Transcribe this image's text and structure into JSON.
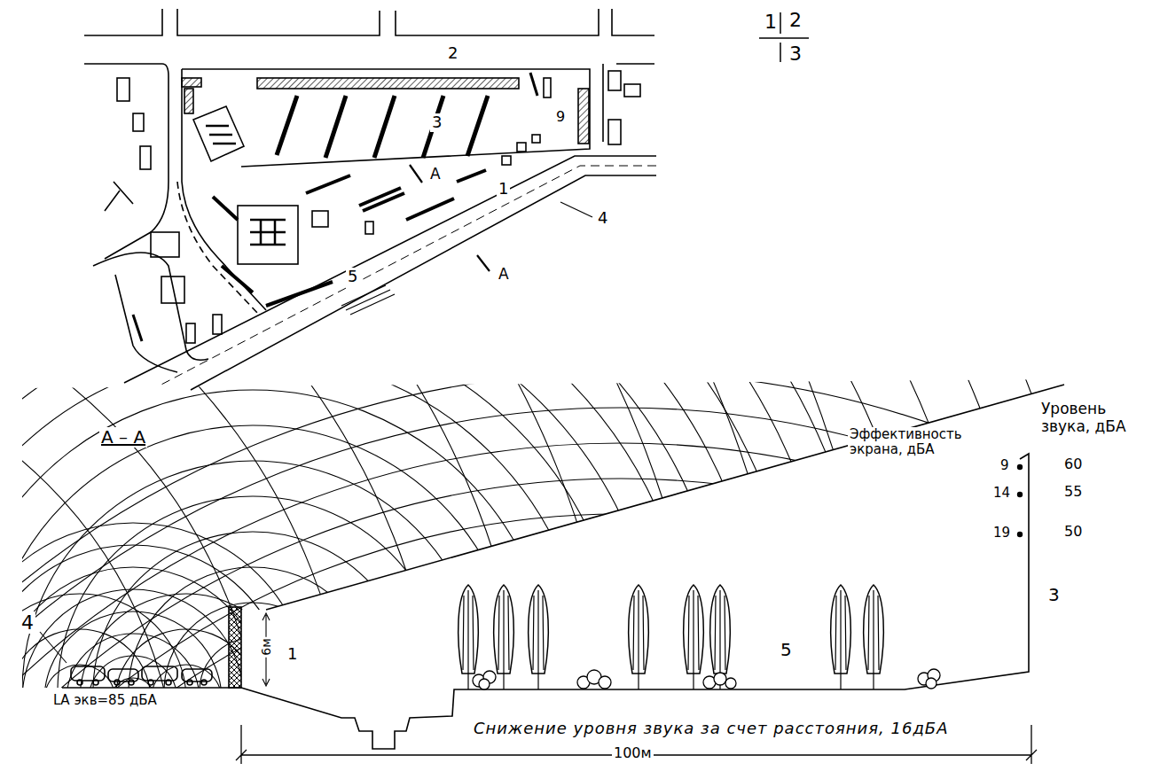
{
  "diagram": {
    "labels": [
      "1",
      "2",
      "3",
      "2",
      "3",
      "9",
      "А",
      "1",
      "4",
      "5",
      "А",
      "А – А",
      "Эффективность экрана, дБА",
      "Уровень звука, дБА",
      "9",
      "60",
      "14",
      "55",
      "19",
      "50",
      "4",
      "6м",
      "1",
      "5",
      "3",
      "LА экв=85 дБА",
      "Снижение уровня звука за счет расстояния, 16дБА",
      "100м"
    ]
  }
}
